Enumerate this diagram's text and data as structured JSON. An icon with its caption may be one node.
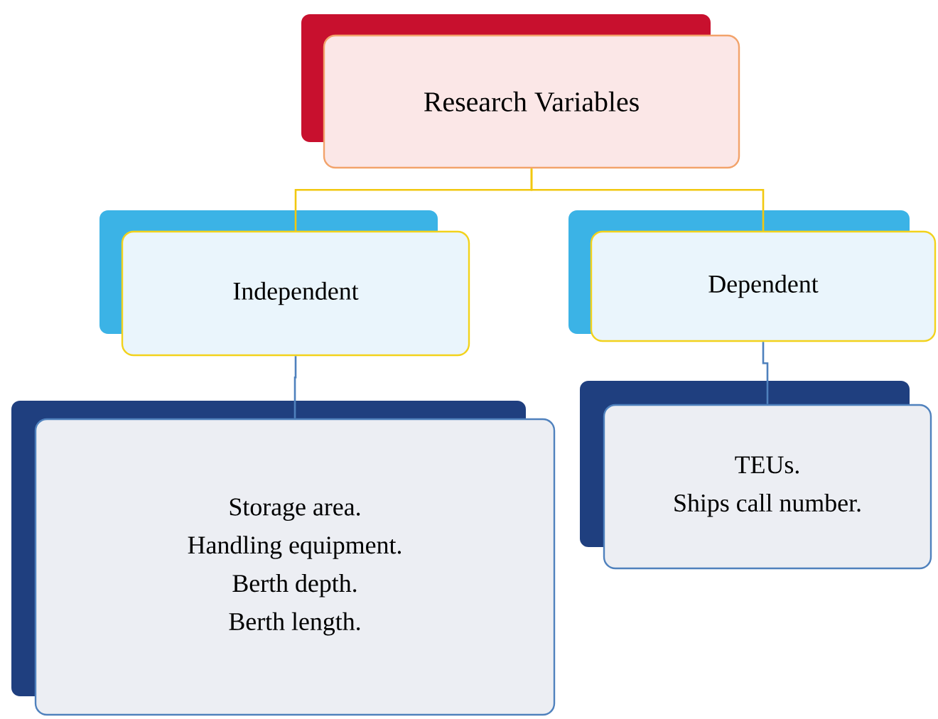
{
  "diagram": {
    "nodes": [
      {
        "text": [
          "Research Variables"
        ]
      },
      {
        "text": [
          "Independent"
        ]
      },
      {
        "text": [
          "Dependent"
        ]
      },
      {
        "text": [
          "Storage area.",
          "Handling equipment.",
          "Berth depth.",
          "Berth length."
        ]
      },
      {
        "text": [
          "TEUs.",
          "Ships call number."
        ]
      }
    ],
    "edges": [
      {
        "from": 0,
        "to": 1,
        "arrow": "none",
        "color": "#f2c80f"
      },
      {
        "from": 0,
        "to": 2,
        "arrow": "none",
        "color": "#f2c80f"
      },
      {
        "from": 1,
        "to": 3,
        "arrow": "none",
        "color": "#4f81bd"
      },
      {
        "from": 2,
        "to": 4,
        "arrow": "none",
        "color": "#4f81bd"
      }
    ]
  }
}
